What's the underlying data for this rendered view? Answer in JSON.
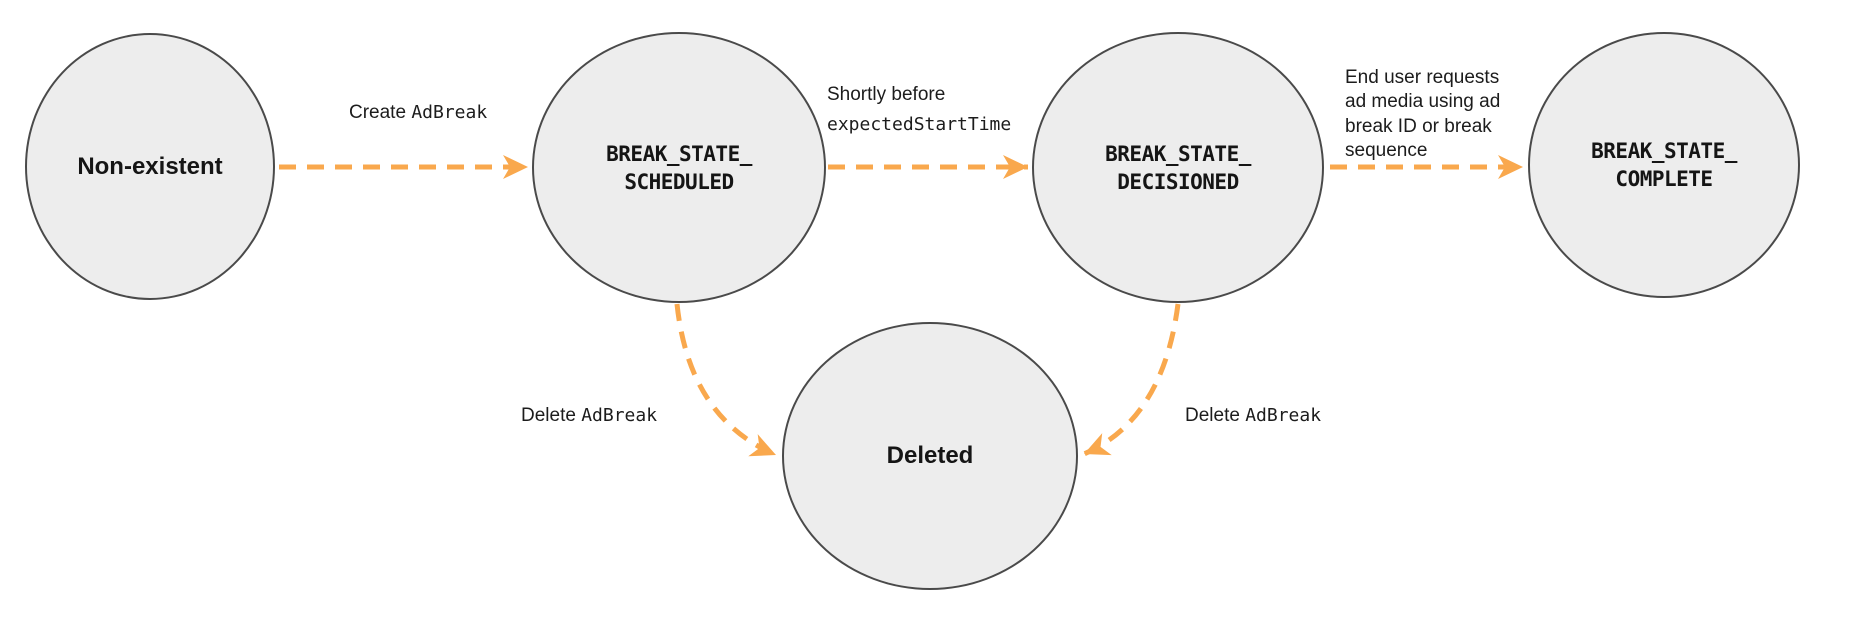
{
  "nodes": {
    "nonexistent": {
      "label": "Non-existent"
    },
    "scheduled": {
      "label": "BREAK_STATE_\nSCHEDULED"
    },
    "decisioned": {
      "label": "BREAK_STATE_\nDECISIONED"
    },
    "complete": {
      "label": "BREAK_STATE_\nCOMPLETE"
    },
    "deleted": {
      "label": "Deleted"
    }
  },
  "edges": {
    "create": {
      "prefix": "Create ",
      "code": "AdBreak"
    },
    "decision": {
      "line1": "Shortly before",
      "code_line": "expectedStartTime"
    },
    "complete": {
      "label": "End user requests\nad media using ad\nbreak ID or break\nsequence"
    },
    "delete_left": {
      "prefix": "Delete ",
      "code": "AdBreak"
    },
    "delete_right": {
      "prefix": "Delete ",
      "code": "AdBreak"
    }
  },
  "colors": {
    "arrow": "#F9A84D",
    "node_fill": "#EDEDED",
    "node_border": "#4A4A4A",
    "text": "#1C1C1C"
  }
}
